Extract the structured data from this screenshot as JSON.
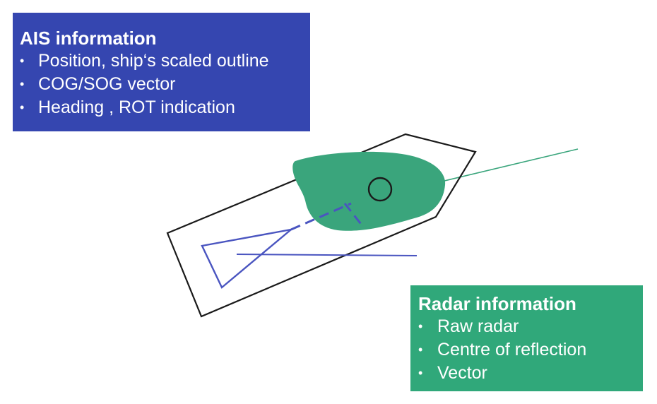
{
  "ais": {
    "title": "AIS information",
    "items": [
      "Position, ship‘s scaled outline",
      "COG/SOG vector",
      "Heading , ROT indication"
    ]
  },
  "radar": {
    "title": "Radar information",
    "items": [
      "Raw radar",
      "Centre of reflection",
      "Vector"
    ]
  },
  "bullet": "•",
  "colors": {
    "ais_panel": "#3546b0",
    "radar_panel": "#30a87a",
    "radar_echo": "#3aa57c",
    "ais_symbol": "#4a55c0",
    "ship_outline": "#1a1a1a"
  }
}
